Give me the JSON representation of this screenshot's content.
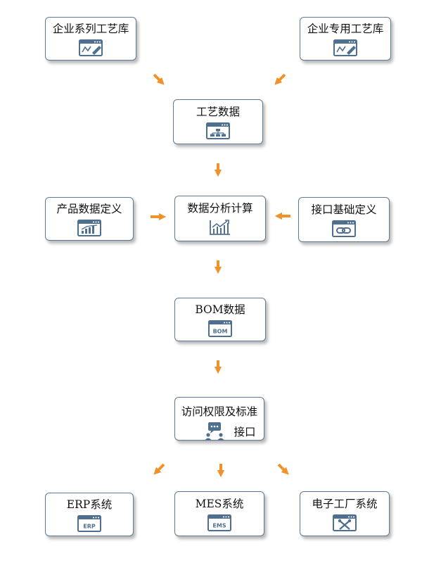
{
  "nodes": {
    "enterprise_series": {
      "label": "企业系列工艺库",
      "icon": "process-edit-icon"
    },
    "enterprise_dedicated": {
      "label": "企业专用工艺库",
      "icon": "process-edit-icon"
    },
    "process_data": {
      "label": "工艺数据",
      "icon": "org-chart-icon"
    },
    "product_data_def": {
      "label": "产品数据定义",
      "icon": "bar-chart-icon"
    },
    "data_analysis": {
      "label": "数据分析计算",
      "icon": "line-chart-icon"
    },
    "interface_basic_def": {
      "label": "接口基础定义",
      "icon": "link-icon"
    },
    "bom_data": {
      "label": "BOM数据",
      "icon": "bom-icon",
      "icon_text": "BOM"
    },
    "access_rights": {
      "label_line1": "访问权限及标准",
      "label_line2": "接口",
      "icon": "users-chat-icon"
    },
    "erp": {
      "label": "ERP系统",
      "icon": "erp-icon",
      "icon_text": "ERP"
    },
    "mes": {
      "label": "MES系统",
      "icon": "ems-icon",
      "icon_text": "EMS"
    },
    "e_factory": {
      "label": "电子工厂系统",
      "icon": "tools-icon"
    }
  },
  "colors": {
    "box_border": "#5b7a98",
    "icon": "#4f6f91",
    "arrow": "#f0922a"
  }
}
